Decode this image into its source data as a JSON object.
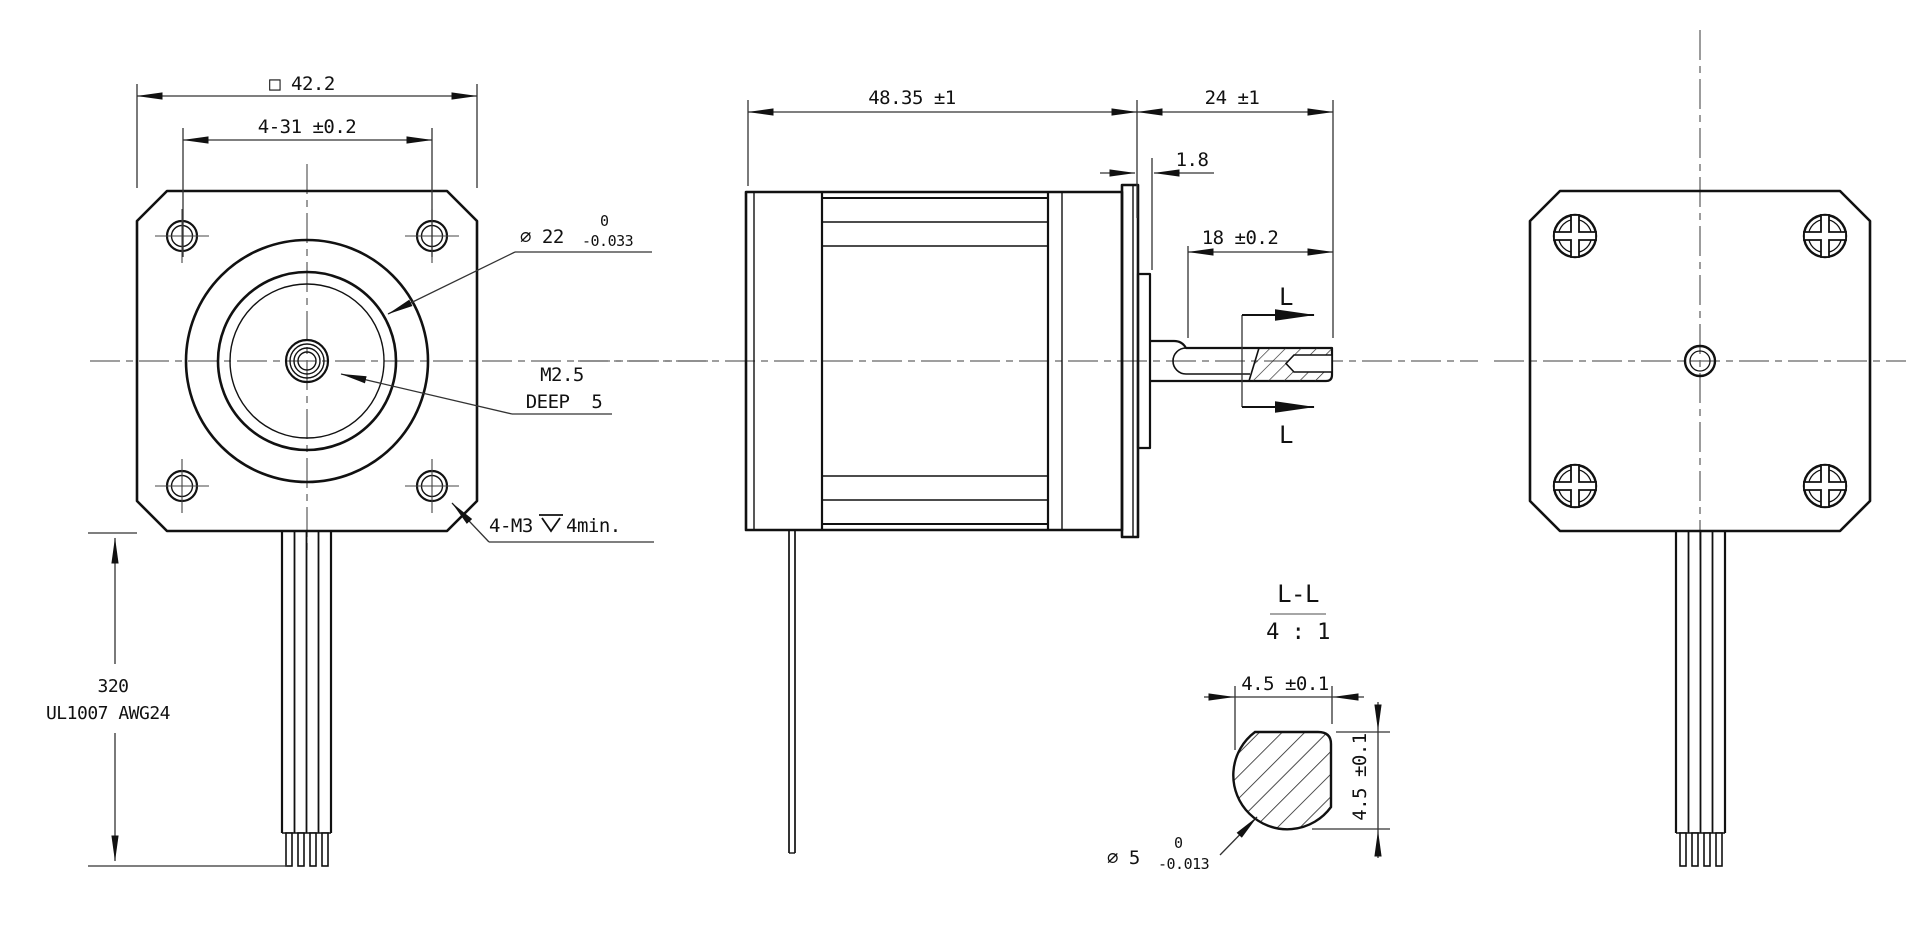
{
  "colors": {
    "line": "#111111",
    "background": "#ffffff",
    "centerline": "#666666",
    "dimension": "#333333"
  },
  "front_view": {
    "dim_flange_square": "□ 42.2",
    "dim_mount_spacing": "4-31 ±0.2",
    "pilot": {
      "dia": "⌀ 22",
      "tol_upper": "0",
      "tol_lower": "-0.033"
    },
    "tap": {
      "thread": "M2.5",
      "depth": "DEEP  5"
    },
    "mount_holes": {
      "prefix": "4-M3",
      "suffix": "4min.",
      "depth_symbol": "depth-symbol"
    },
    "leads": {
      "length": "320",
      "spec": "UL1007 AWG24"
    }
  },
  "side_view": {
    "dim_body_length": "48.35 ±1",
    "dim_shaft_ext": "24 ±1",
    "dim_boss": "1.8",
    "dim_flat": "18 ±0.2",
    "section_mark_top": "L",
    "section_mark_bottom": "L"
  },
  "section_detail": {
    "title": "L-L",
    "scale": "4 : 1",
    "dim_across_flat_h": "4.5 ±0.1",
    "dim_across_flat_v": "4.5 ±0.1",
    "shaft": {
      "dia": "⌀ 5",
      "tol_upper": "0",
      "tol_lower": "-0.013"
    }
  }
}
